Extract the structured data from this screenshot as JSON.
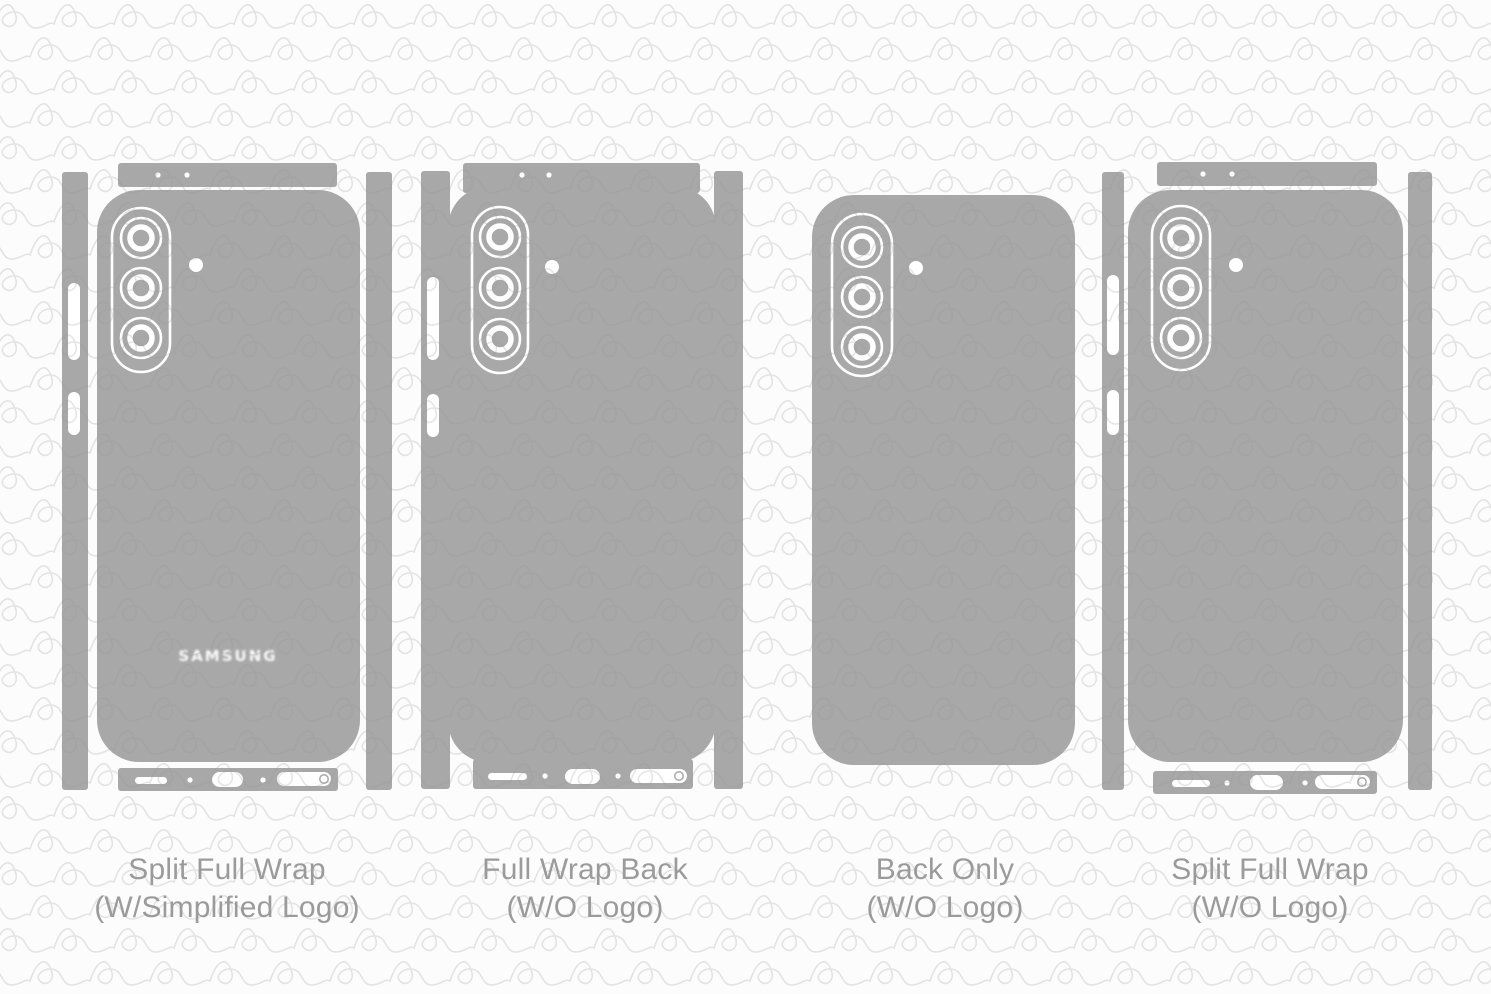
{
  "colors": {
    "template_gray": "#a8a8a8",
    "cutout_white": "#ffffff",
    "label_text": "#9b9b9b",
    "watermark": "rgba(150,150,150,0.25)",
    "page_background": "#fcfcfc"
  },
  "templates": [
    {
      "id": "split-full-wrap-logo",
      "label_line1": "Split Full Wrap",
      "label_line2": "(W/Simplified Logo)",
      "logo_text": "SAMSUNG"
    },
    {
      "id": "full-wrap-back",
      "label_line1": "Full Wrap Back",
      "label_line2": "(W/O Logo)"
    },
    {
      "id": "back-only",
      "label_line1": "Back Only",
      "label_line2": "(W/O Logo)"
    },
    {
      "id": "split-full-wrap",
      "label_line1": "Split Full Wrap",
      "label_line2": "(W/O Logo)"
    }
  ]
}
